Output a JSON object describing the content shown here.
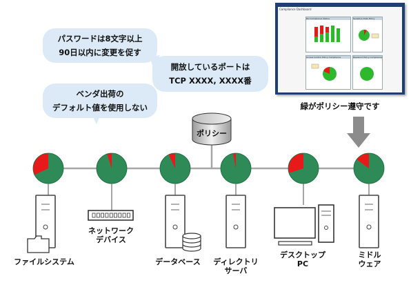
{
  "bubbles": {
    "password": [
      "パスワードは8文字以上",
      "90日以内に変更を促す"
    ],
    "vendor": [
      "ベンダ出荷の",
      "デフォルト値を使用しない"
    ],
    "ports": [
      "開放しているポートは",
      "TCP XXXX, XXXX番"
    ]
  },
  "policy_label": "ポリシー",
  "screenshot": {
    "title": "Compliance Dashboard",
    "panels": [
      "PCI Compliance Status",
      "Sensitive Data Policy",
      "Access Control Policy Compliance",
      "Password Policy Compliance"
    ],
    "caption": "緑がポリシー遵守です"
  },
  "nodes": [
    {
      "label": [
        "ファイルシステム"
      ],
      "red_fraction": 0.32
    },
    {
      "label": [
        "ネットワーク",
        "デバイス"
      ],
      "red_fraction": 0.05
    },
    {
      "label": [
        "データベース"
      ],
      "red_fraction": 0.07
    },
    {
      "label": [
        "ディレクトリ",
        "サーバ"
      ],
      "red_fraction": 0.03
    },
    {
      "label": [
        "デスクトップ",
        "PC"
      ],
      "red_fraction": 0.3
    },
    {
      "label": [
        "ミドル",
        "ウェア"
      ],
      "red_fraction": 0.15
    }
  ],
  "colors": {
    "compliant": "#2e8b57",
    "noncompliant": "#e8191a",
    "bubble": "#dbeaf6",
    "arrow": "#8c8c8c",
    "line": "#a6a6a6"
  }
}
